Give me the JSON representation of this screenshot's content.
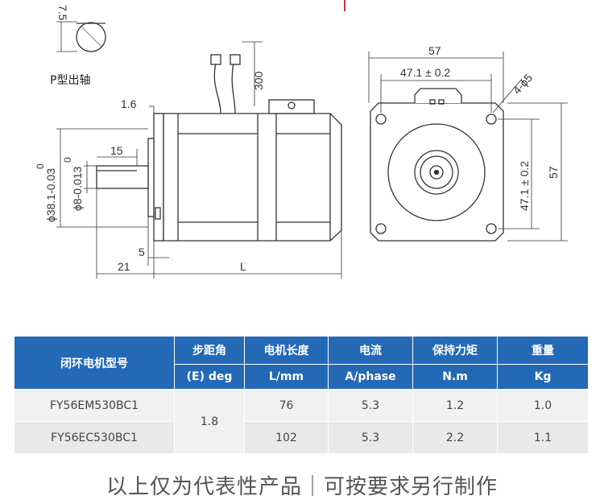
{
  "drawing": {
    "shaft_detail": {
      "caption": "P型出轴",
      "dim": "7.5"
    },
    "side_view": {
      "flange_thickness": "1.6",
      "lead_length": "300",
      "shaft_length": "15",
      "shaft_dia_tol": "0",
      "shaft_dia": "ϕ8-0.013",
      "boss_dia_tol": "0",
      "boss_dia": "ϕ38.1-0.03",
      "boss_length": "5",
      "shaft_total": "21",
      "body_length": "L"
    },
    "front_view": {
      "width": "57",
      "hole_spacing_h": "47.1 ± 0.2",
      "holes": "4-ϕ5",
      "hole_spacing_v": "47.1 ± 0.2",
      "height": "57"
    }
  },
  "table": {
    "header": {
      "name": "闭环电机型号",
      "step_angle": "步距角",
      "step_angle_unit": "(E) deg",
      "length": "电机长度",
      "length_unit": "L/mm",
      "current": "电流",
      "current_unit": "A/phase",
      "torque": "保持力矩",
      "torque_unit": "N.m",
      "weight": "重量",
      "weight_unit": "Kg"
    },
    "shared_step_angle": "1.8",
    "rows": [
      {
        "model": "FY56EM530BC1",
        "length": "76",
        "current": "5.3",
        "torque": "1.2",
        "weight": "1.0"
      },
      {
        "model": "FY56EC530BC1",
        "length": "102",
        "current": "5.3",
        "torque": "2.2",
        "weight": "1.1"
      }
    ]
  },
  "footer": "以上仅为代表性产品｜可按要求另行制作",
  "colors": {
    "header_blue": "#2469b6",
    "row_gray": "#f1f1f1",
    "accent_red": "#d0312d"
  }
}
